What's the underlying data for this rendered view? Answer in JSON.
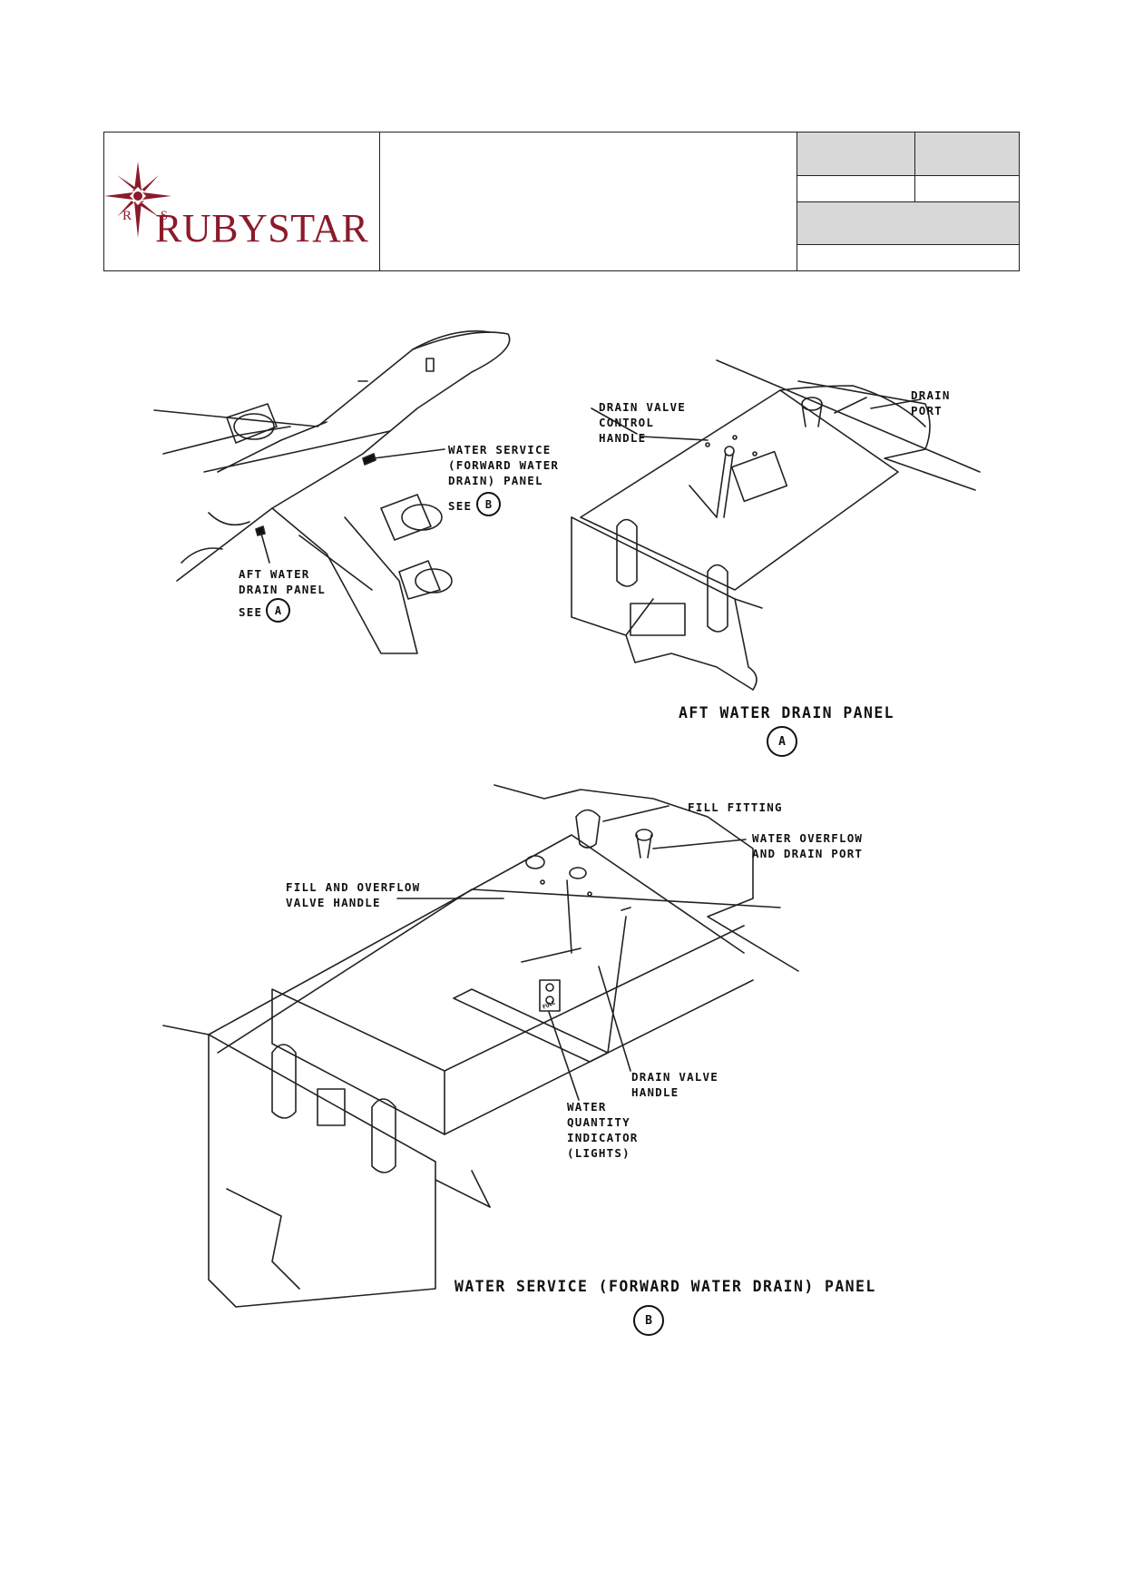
{
  "header": {
    "brand_name": "RUBYSTAR",
    "logo_letters": "R S",
    "brand_color": "#8b1a2b"
  },
  "figure_a": {
    "labels": {
      "water_service": "WATER SERVICE\n(FORWARD WATER\nDRAIN) PANEL",
      "see_b_prefix": "SEE",
      "see_b_ref": "B",
      "aft_water": "AFT WATER\nDRAIN PANEL",
      "see_a_prefix": "SEE",
      "see_a_ref": "A",
      "drain_valve_control": "DRAIN VALVE\nCONTROL\nHANDLE",
      "drain_port": "DRAIN\nPORT"
    },
    "title": "AFT WATER DRAIN PANEL",
    "title_ref": "A"
  },
  "figure_b": {
    "labels": {
      "fill_fitting": "FILL FITTING",
      "overflow_port": "WATER OVERFLOW\nAND DRAIN PORT",
      "fill_overflow_handle": "FILL AND OVERFLOW\nVALVE HANDLE",
      "drain_valve_handle": "DRAIN VALVE\nHANDLE",
      "quantity_indicator": "WATER\nQUANTITY\nINDICATOR\n(LIGHTS)",
      "indicator_text": "FULL"
    },
    "title": "WATER SERVICE (FORWARD WATER DRAIN) PANEL",
    "title_ref": "B"
  }
}
